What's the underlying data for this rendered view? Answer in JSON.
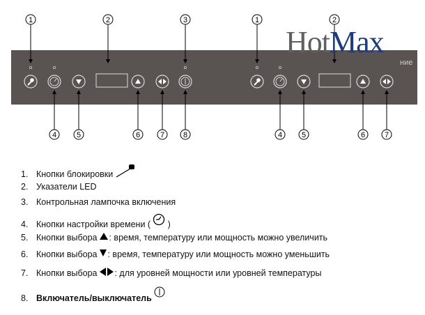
{
  "logo": {
    "part1": "Hot",
    "part2": "Max",
    "subtitle": "ние"
  },
  "panel": {
    "left_controls": [
      "lock",
      "timer",
      "down",
      "display",
      "up",
      "leftright",
      "power"
    ],
    "right_controls": [
      "lock",
      "timer",
      "down",
      "display",
      "up",
      "leftright"
    ],
    "top_callouts": [
      "1",
      "2",
      "3",
      "1",
      "2"
    ],
    "bottom_callouts": [
      "4",
      "5",
      "6",
      "7",
      "8",
      "4",
      "5",
      "6",
      "7"
    ]
  },
  "legend": [
    {
      "num": "1.",
      "text": "Кнопки блокировки",
      "icon": "key-icon"
    },
    {
      "num": "2.",
      "text": "Указатели LED"
    },
    {
      "num": "3.",
      "text": "Контрольная лампочка включения"
    },
    {
      "num": "4.",
      "text": "Кнопки настройки времени (",
      "icon": "clock-icon",
      "suffix": ")"
    },
    {
      "num": "5.",
      "text": "Кнопки выбора",
      "icon": "up-triangle-icon",
      "suffix": ": время, температуру или мощность можно увеличить"
    },
    {
      "num": "6.",
      "text": "Кнопки выбора",
      "icon": "down-triangle-icon",
      "suffix": ": время, температуру или мощность можно уменьшить"
    },
    {
      "num": "7.",
      "text": "Кнопки выбора",
      "icon": "left-right-icon",
      "suffix": ": для уровней мощности или уровней температуры"
    },
    {
      "num": "8.",
      "text": "Включатель/выключатель",
      "icon": "power-icon"
    }
  ],
  "colors": {
    "panel": "#595351",
    "logo_gray": "#606060",
    "logo_blue": "#1f3d7a"
  }
}
